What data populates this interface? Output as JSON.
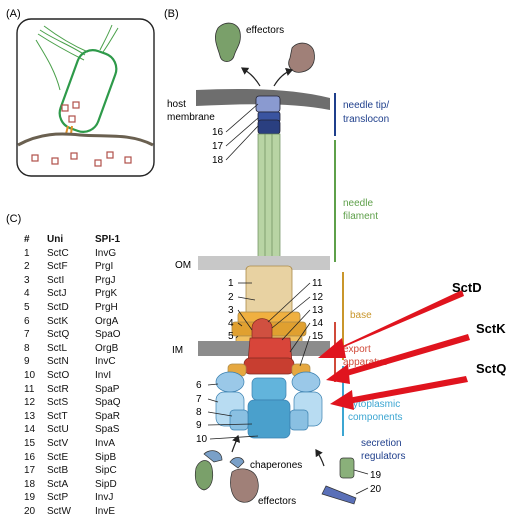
{
  "panels": {
    "a": "(A)",
    "b": "(B)",
    "c": "(C)"
  },
  "labels": {
    "effectors_top": "effectors",
    "host_membrane_1": "host",
    "host_membrane_2": "membrane",
    "om": "OM",
    "im": "IM",
    "chaperones": "chaperones",
    "effectors_bottom": "effectors"
  },
  "left_numbers": [
    "16",
    "17",
    "18",
    "1",
    "2",
    "3",
    "4",
    "5",
    "6",
    "7",
    "8",
    "9",
    "10"
  ],
  "right_numbers": [
    "11",
    "12",
    "13",
    "14",
    "15"
  ],
  "reg_numbers": [
    "19",
    "20"
  ],
  "brackets": {
    "needle_tip": [
      "needle tip/",
      "translocon"
    ],
    "needle_filament": [
      "needle",
      "filament"
    ],
    "base": [
      "base"
    ],
    "export": [
      "export",
      "apparatus"
    ],
    "cytoplasmic": [
      "cytoplasmic",
      "components"
    ],
    "regulators": [
      "secretion",
      "regulators"
    ]
  },
  "callouts": [
    "SctD",
    "SctK",
    "SctQ"
  ],
  "colors": {
    "needle_tip": "#1f3f8c",
    "needle_filament": "#5ea04a",
    "base": "#c9962b",
    "export": "#d04a3a",
    "cytoplasmic": "#3ca6d2",
    "regulators": "#1f3f8c",
    "arrow": "#e0141e"
  },
  "table": {
    "header": [
      "#",
      "Uni",
      "SPI-1"
    ],
    "rows": [
      [
        "1",
        "SctC",
        "InvG"
      ],
      [
        "2",
        "SctF",
        "PrgI"
      ],
      [
        "3",
        "SctI",
        "PrgJ"
      ],
      [
        "4",
        "SctJ",
        "PrgK"
      ],
      [
        "5",
        "SctD",
        "PrgH"
      ],
      [
        "6",
        "SctK",
        "OrgA"
      ],
      [
        "7",
        "SctQ",
        "SpaO"
      ],
      [
        "8",
        "SctL",
        "OrgB"
      ],
      [
        "9",
        "SctN",
        "InvC"
      ],
      [
        "10",
        "SctO",
        "InvI"
      ],
      [
        "11",
        "SctR",
        "SpaP"
      ],
      [
        "12",
        "SctS",
        "SpaQ"
      ],
      [
        "13",
        "SctT",
        "SpaR"
      ],
      [
        "14",
        "SctU",
        "SpaS"
      ],
      [
        "15",
        "SctV",
        "InvA"
      ],
      [
        "16",
        "SctE",
        "SipB"
      ],
      [
        "17",
        "SctB",
        "SipC"
      ],
      [
        "18",
        "SctA",
        "SipD"
      ],
      [
        "19",
        "SctP",
        "InvJ"
      ],
      [
        "20",
        "SctW",
        "InvE"
      ]
    ]
  }
}
